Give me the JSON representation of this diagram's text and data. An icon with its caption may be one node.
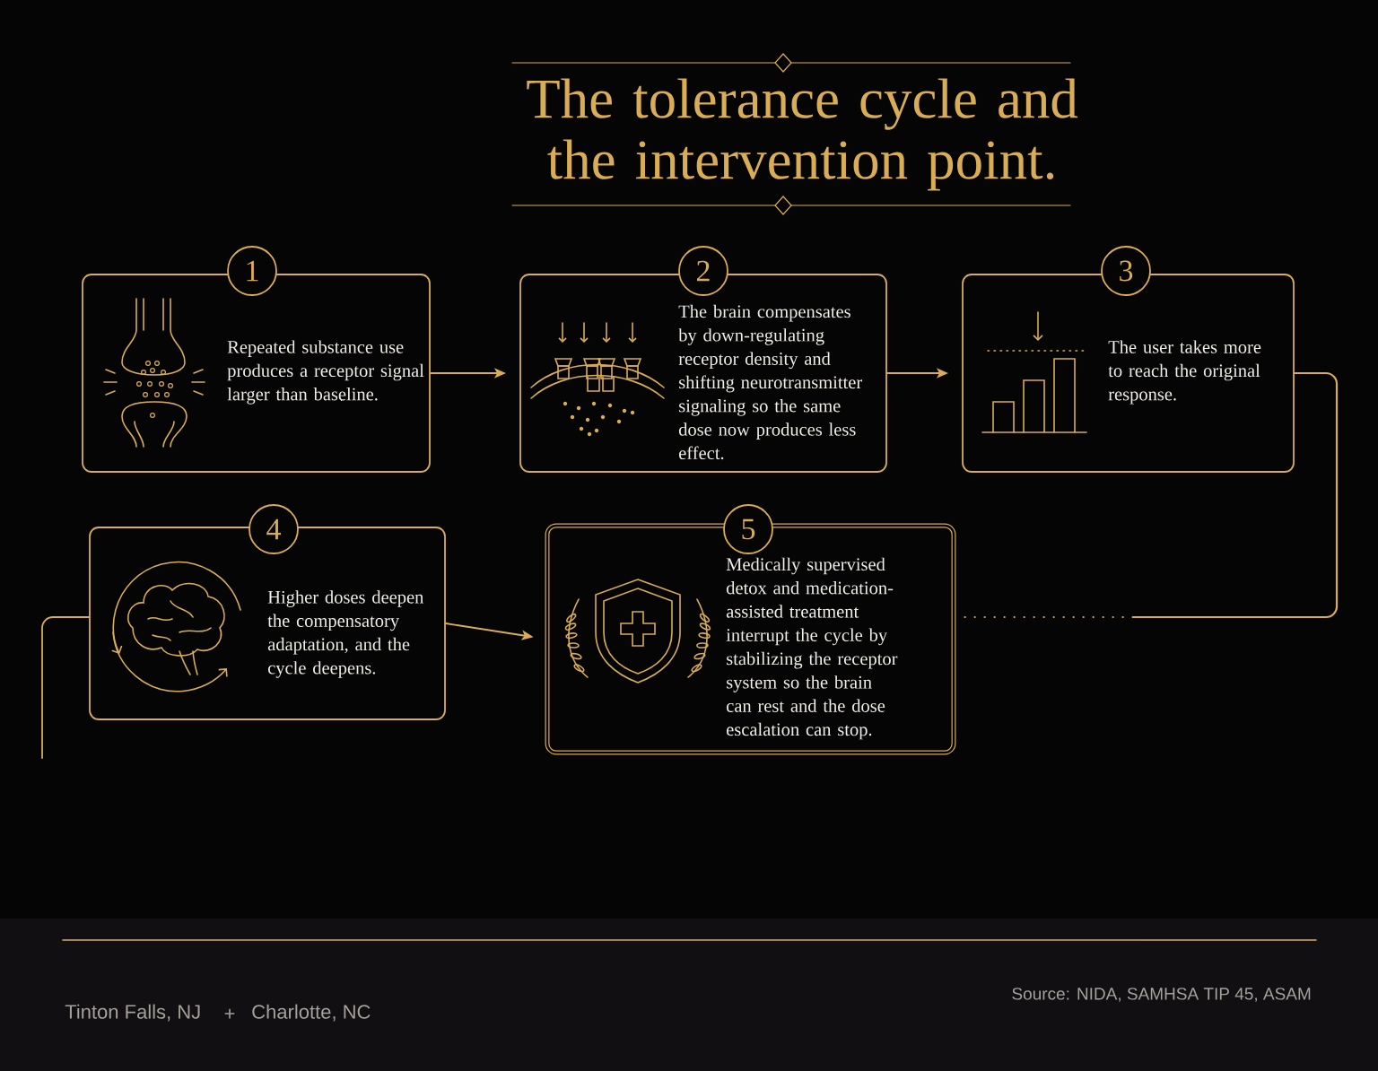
{
  "diagram": {
    "title": "The tolerance cycle and the intervention point.",
    "nodes": [
      {
        "text": [
          "1",
          "Repeated substance use produces a receptor signal larger than baseline."
        ]
      },
      {
        "text": [
          "2",
          "The brain compensates by down-regulating receptor density and shifting neurotransmitter signaling so the same dose now produces less effect."
        ]
      },
      {
        "text": [
          "3",
          "The user takes more to reach the original response."
        ]
      },
      {
        "text": [
          "4",
          "Higher doses deepen the compensatory adaptation, and the cycle deepens."
        ]
      },
      {
        "text": [
          "5",
          "Medically supervised detox and medication-assisted treatment interrupt the cycle by stabilizing the receptor system so the brain can rest and the dose escalation can stop."
        ]
      }
    ],
    "edges": [
      {
        "from": 0,
        "to": 1,
        "arrow": "to"
      },
      {
        "from": 1,
        "to": 2,
        "arrow": "to"
      },
      {
        "from": 2,
        "to": 4,
        "arrow": "none",
        "style": "dashed"
      },
      {
        "from": null,
        "to": 3,
        "arrow": "none"
      },
      {
        "from": 3,
        "to": 4,
        "arrow": "to"
      }
    ],
    "labels": [
      "Tinton Falls, NJ",
      "+",
      "Charlotte, NC",
      "Source: NIDA, SAMHSA TIP 45, ASAM"
    ]
  }
}
